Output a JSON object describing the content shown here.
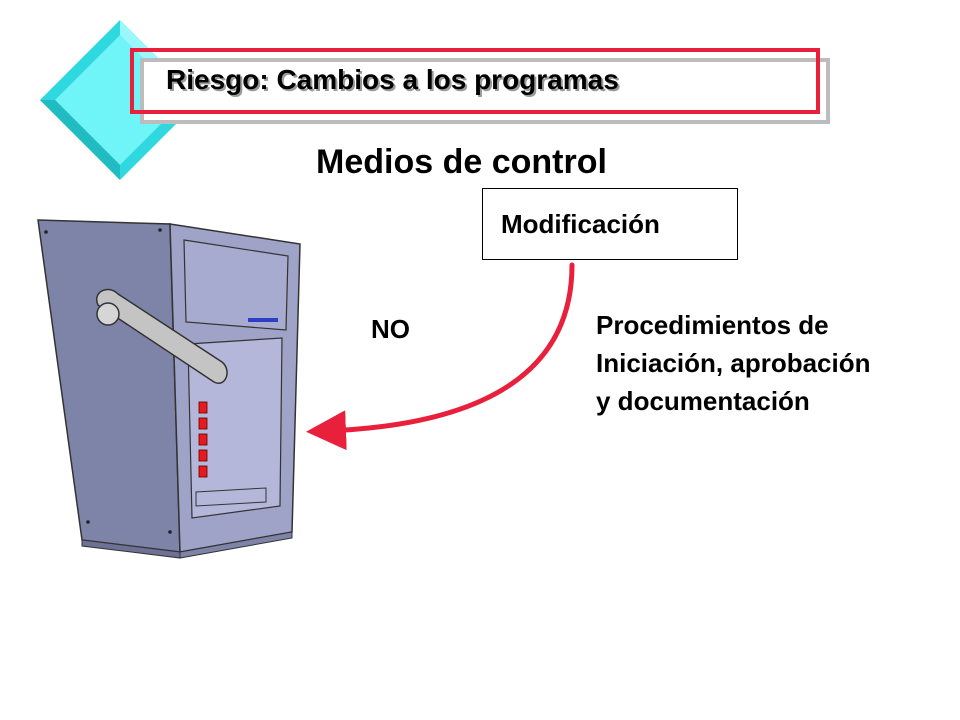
{
  "slide": {
    "title": "Riesgo: Cambios a los programas",
    "subtitle": "Medios de control",
    "box_label": "Modificación",
    "arrow_label": "NO",
    "procedure_lines": [
      "Procedimientos de",
      "Iniciación, aprobación",
      "y documentación"
    ]
  },
  "colors": {
    "accent_red": "#e8203c",
    "diamond_cyan": "#55eef2",
    "server_body": "#8a8fb3",
    "server_front": "#a9acd0",
    "led_red": "#e81a1a",
    "badge_blue": "#2a3fc4"
  },
  "icons": {
    "decoration": "diamond-icon",
    "server": "server-cabinet-icon",
    "arrow": "curved-arrow-icon"
  }
}
